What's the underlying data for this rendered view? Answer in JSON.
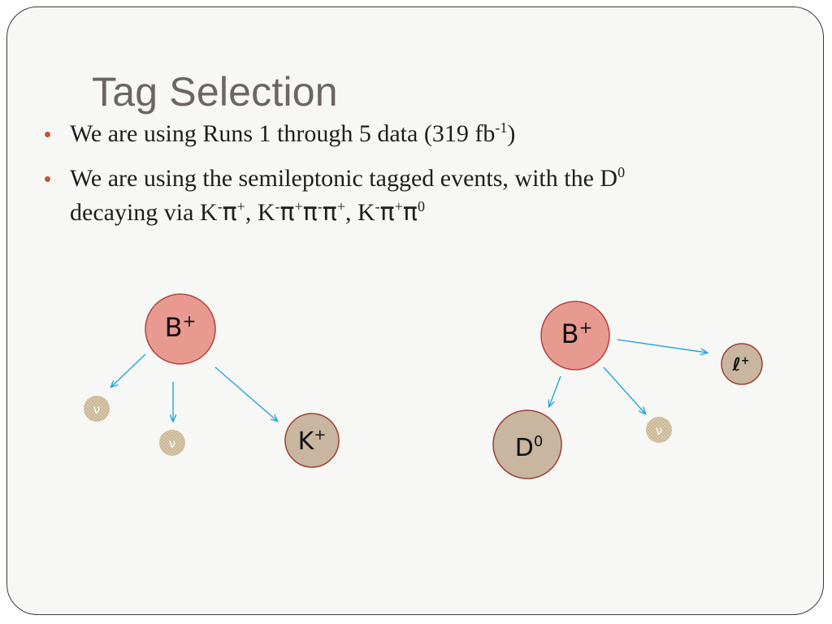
{
  "slide": {
    "title": "Tag Selection"
  },
  "bullets": [
    {
      "text": "We are using Runs 1 through 5 data (319 fb",
      "sup": "-1",
      "tail": ")"
    },
    {
      "line1_text": "We are using the semileptonic tagged events, with the D",
      "line1_sup": "0",
      "line2": {
        "prefix": "decaying via K",
        "m1": "-",
        "p1": "π",
        "m2": "+",
        "sep1": ", K",
        "m3": "-",
        "p2": "π",
        "m4": "+",
        "p3": "π",
        "m5": "-",
        "p4": "π",
        "m6": "+",
        "sep2": ", K",
        "m7": "-",
        "p5": "π",
        "m8": "+",
        "p6": "π",
        "m9": "0"
      }
    }
  ],
  "diagram_left": {
    "parent": {
      "label": "B",
      "sup": "+"
    },
    "kaon": {
      "label": "K",
      "sup": "+"
    },
    "nu1": "ν",
    "nu2": "ν"
  },
  "diagram_right": {
    "parent": {
      "label": "B",
      "sup": "+"
    },
    "dmeson": {
      "label": "D",
      "sup": "0"
    },
    "lepton": {
      "label": "ℓ",
      "sup": "+"
    },
    "nu": "ν"
  },
  "colors": {
    "title": "#6b6563",
    "bullet_dot": "#c6562c",
    "b_meson_fill": "#e89a91",
    "b_meson_stroke": "#b2443a",
    "tan_fill": "#c8b6a0",
    "tan_stroke": "#9e4030",
    "arrow": "#22a8d8",
    "neutrino_fill": "#d9c9ad"
  }
}
